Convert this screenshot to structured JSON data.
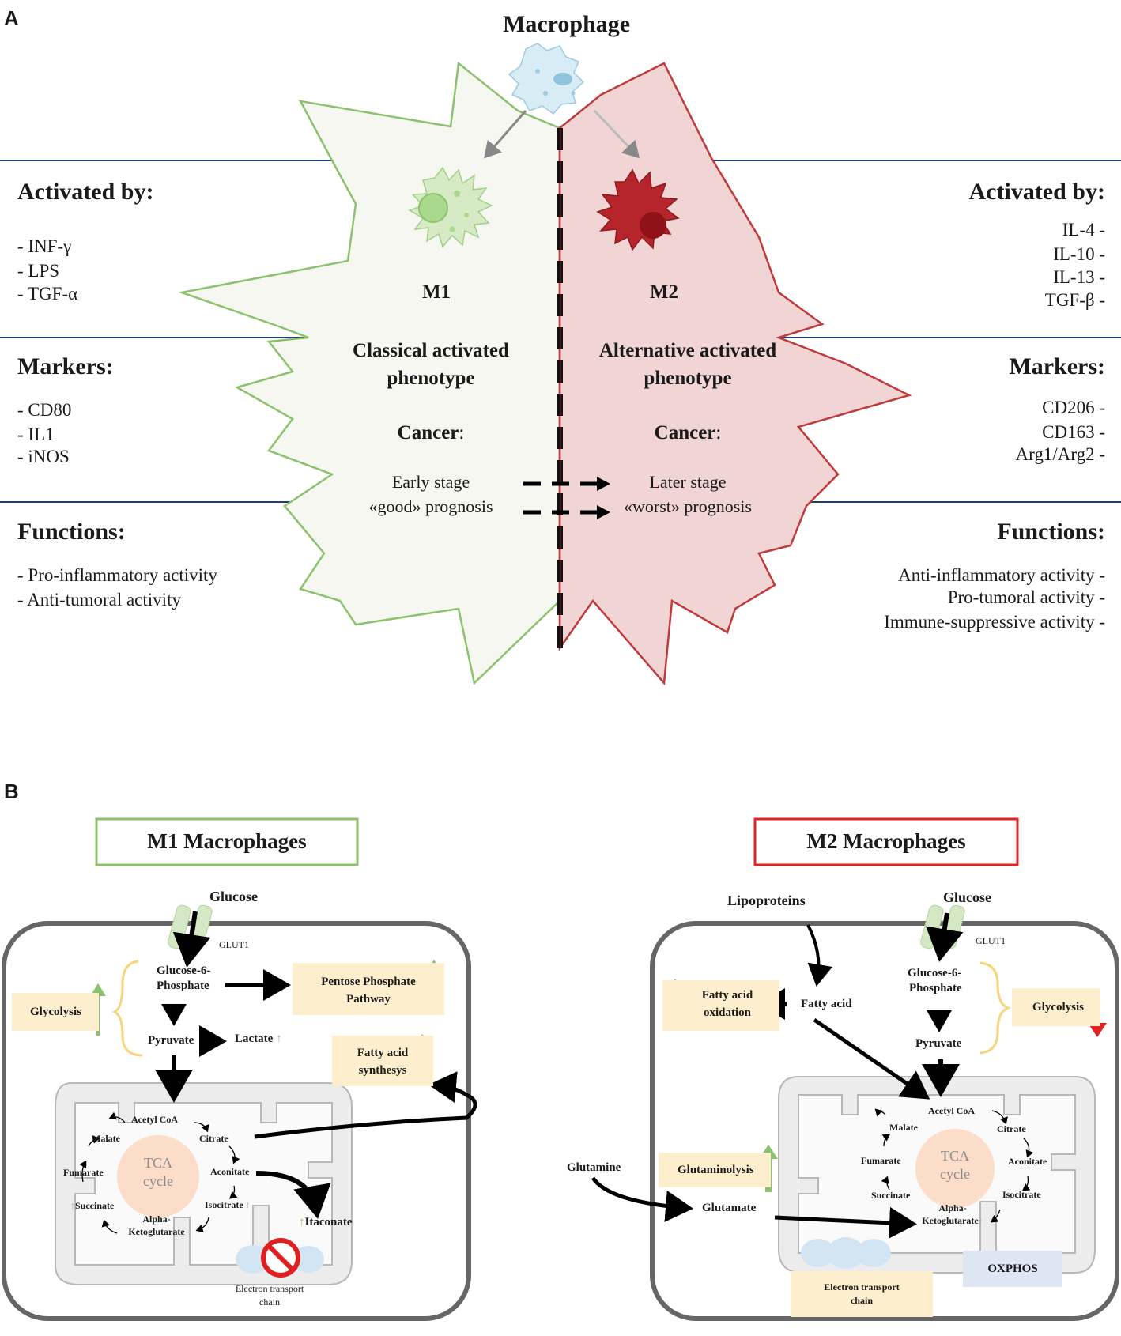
{
  "panel_a": {
    "letter": "A",
    "title": "Macrophage",
    "left": {
      "activated_title": "Activated by:",
      "activated_items": [
        "- INF-γ",
        "- LPS",
        "- TGF-α"
      ],
      "markers_title": "Markers:",
      "markers_items": [
        "- CD80",
        "- IL1",
        "- iNOS"
      ],
      "functions_title": "Functions:",
      "functions_items": [
        "- Pro-inflammatory activity",
        "- Anti-tumoral activity"
      ]
    },
    "right": {
      "activated_title": "Activated by:",
      "activated_items": [
        "IL-4 -",
        "IL-10 -",
        "IL-13 -",
        "TGF-β -"
      ],
      "markers_title": "Markers:",
      "markers_items": [
        "CD206 -",
        "CD163 -",
        "Arg1/Arg2 -"
      ],
      "functions_title": "Functions:",
      "functions_items": [
        "Anti-inflammatory activity -",
        "Pro-tumoral activity -",
        "Immune-suppressive activity -"
      ]
    },
    "m1": {
      "label": "M1",
      "phenotype_line1": "Classical activated",
      "phenotype_line2": "phenotype",
      "cancer": "Cancer",
      "stage": "Early stage",
      "prognosis": "«good» prognosis"
    },
    "m2": {
      "label": "M2",
      "phenotype_line1": "Alternative activated",
      "phenotype_line2": "phenotype",
      "cancer": "Cancer",
      "stage": "Later stage",
      "prognosis": "«worst» prognosis"
    }
  },
  "panel_b": {
    "letter": "B",
    "m1": {
      "title": "M1 Macrophages",
      "glucose": "Glucose",
      "glut1": "GLUT1",
      "g6p_1": "Glucose-6-",
      "g6p_2": "Phosphate",
      "ppp_1": "Pentose Phosphate",
      "ppp_2": "Pathway",
      "glycolysis": "Glycolysis",
      "pyruvate": "Pyruvate",
      "lactate": "Lactate",
      "fas_1": "Fatty acid",
      "fas_2": "synthesys",
      "tca_1": "TCA",
      "tca_2": "cycle",
      "acetyl_coa": "Acetyl CoA",
      "citrate": "Citrate",
      "aconitate": "Aconitate",
      "isocitrate": "Isocitrate",
      "akg_1": "Alpha-",
      "akg_2": "Ketoglutarate",
      "succinate": "Succinate",
      "fumarate": "Fumarate",
      "malate": "Malate",
      "itaconate": "Itaconate",
      "etc_1": "Electron transport",
      "etc_2": "chain"
    },
    "m2": {
      "title": "M2 Macrophages",
      "lipoproteins": "Lipoproteins",
      "glucose": "Glucose",
      "glut1": "GLUT1",
      "g6p_1": "Glucose-6-",
      "g6p_2": "Phosphate",
      "fao_1": "Fatty acid",
      "fao_2": "oxidation",
      "fatty_acid": "Fatty acid",
      "glycolysis": "Glycolysis",
      "pyruvate": "Pyruvate",
      "glutamine": "Glutamine",
      "glutaminolysis": "Glutaminolysis",
      "glutamate": "Glutamate",
      "tca_1": "TCA",
      "tca_2": "cycle",
      "acetyl_coa": "Acetyl CoA",
      "citrate": "Citrate",
      "aconitate": "Aconitate",
      "isocitrate": "Isocitrate",
      "akg_1": "Alpha-",
      "akg_2": "Ketoglutarate",
      "succinate": "Succinate",
      "fumarate": "Fumarate",
      "malate": "Malate",
      "etc_1": "Electron transport",
      "etc_2": "chain",
      "oxphos": "OXPHOS"
    }
  },
  "colors": {
    "m1_green": "#8cc26d",
    "m2_red": "#c0393b",
    "divider_blue": "#1f3f73",
    "m1_fill": "#f5f7f0",
    "m2_fill": "#f1d4d4",
    "yellow_box": "#fdeecd",
    "up_arrow": "#8cc26d",
    "down_arrow": "#e32222"
  }
}
